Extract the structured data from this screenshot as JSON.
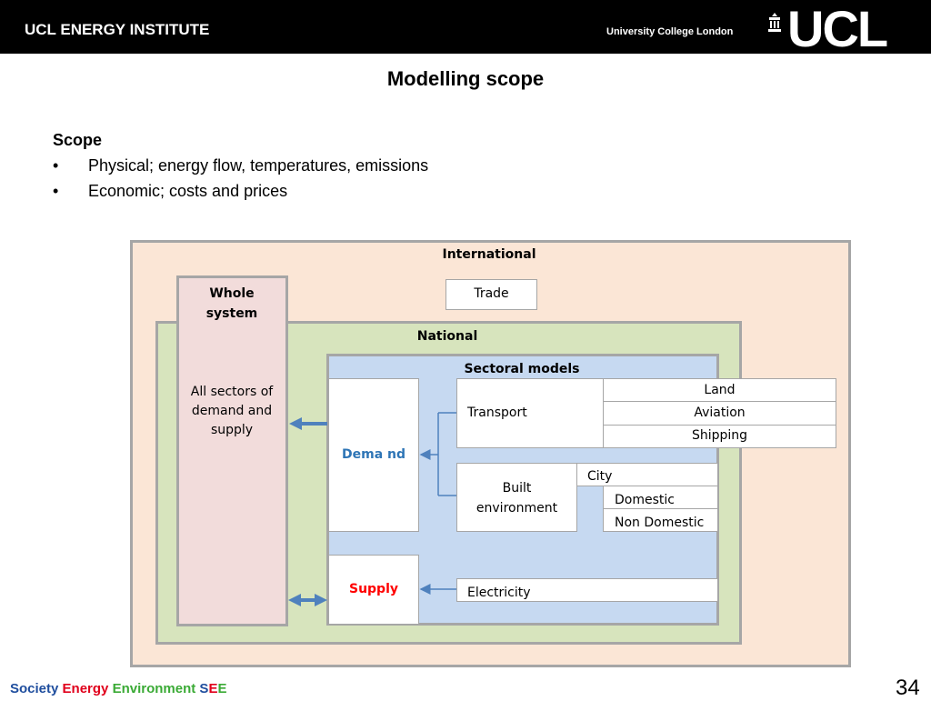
{
  "header": {
    "institute": "UCL ENERGY INSTITUTE",
    "university": "University College London",
    "logo_text": "UCL"
  },
  "slide": {
    "title": "Modelling scope",
    "scope_heading": "Scope",
    "bullets": [
      "Physical; energy flow, temperatures, emissions",
      "Economic; costs and prices"
    ],
    "bullet_symbol": "•"
  },
  "diagram": {
    "international": "International",
    "trade": "Trade",
    "whole_system_title": "Whole system",
    "whole_system_body": "All sectors of demand and supply",
    "national": "National",
    "sectoral_models": "Sectoral models",
    "demand": "Dema nd",
    "supply": "Supply",
    "transport": "Transport",
    "transport_items": [
      "Land",
      "Aviation",
      "Shipping"
    ],
    "built_environment": "Built environment",
    "built_items": [
      "City",
      "Domestic",
      "Non Domestic"
    ],
    "electricity": "Electricity",
    "colors": {
      "international_bg": "#fbe6d6",
      "national_bg": "#d7e4bd",
      "sectoral_bg": "#c6d9f1",
      "whole_system_bg": "#f2dcdb",
      "border": "#a6a6a6",
      "demand_text": "#2e75b6",
      "supply_text": "#ff0000",
      "arrow": "#4f81bd"
    }
  },
  "footer": {
    "society": "Society",
    "energy": "Energy",
    "environment": "Environment",
    "see_s": "S",
    "see_e1": "E",
    "see_e2": "E",
    "page_number": "34"
  }
}
